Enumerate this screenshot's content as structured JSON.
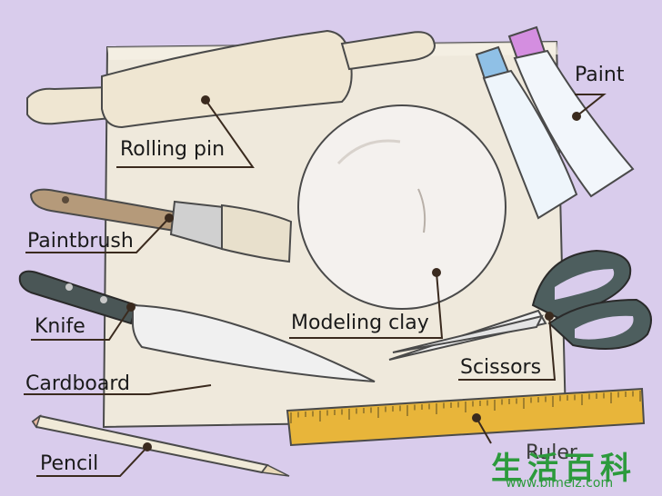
{
  "labels": {
    "rolling_pin": "Rolling pin",
    "paint": "Paint",
    "paintbrush": "Paintbrush",
    "knife": "Knife",
    "modeling_clay": "Modeling clay",
    "scissors": "Scissors",
    "cardboard": "Cardboard",
    "pencil": "Pencil",
    "ruler": "Ruler"
  },
  "watermark": {
    "chars": "生活百科",
    "url": "www.bimeiz.com"
  },
  "colors": {
    "background": "#d9ccec",
    "cardboard": "#efe9dc",
    "wood": "#efe6d2",
    "ruler": "#e8b53a",
    "scissors_handle": "#4d5e5e",
    "knife_handle": "#4a5656",
    "paint_cap_blue": "#8fc0e6",
    "paint_cap_pink": "#d48ee0",
    "watermark_green": "#2c9a3c"
  }
}
